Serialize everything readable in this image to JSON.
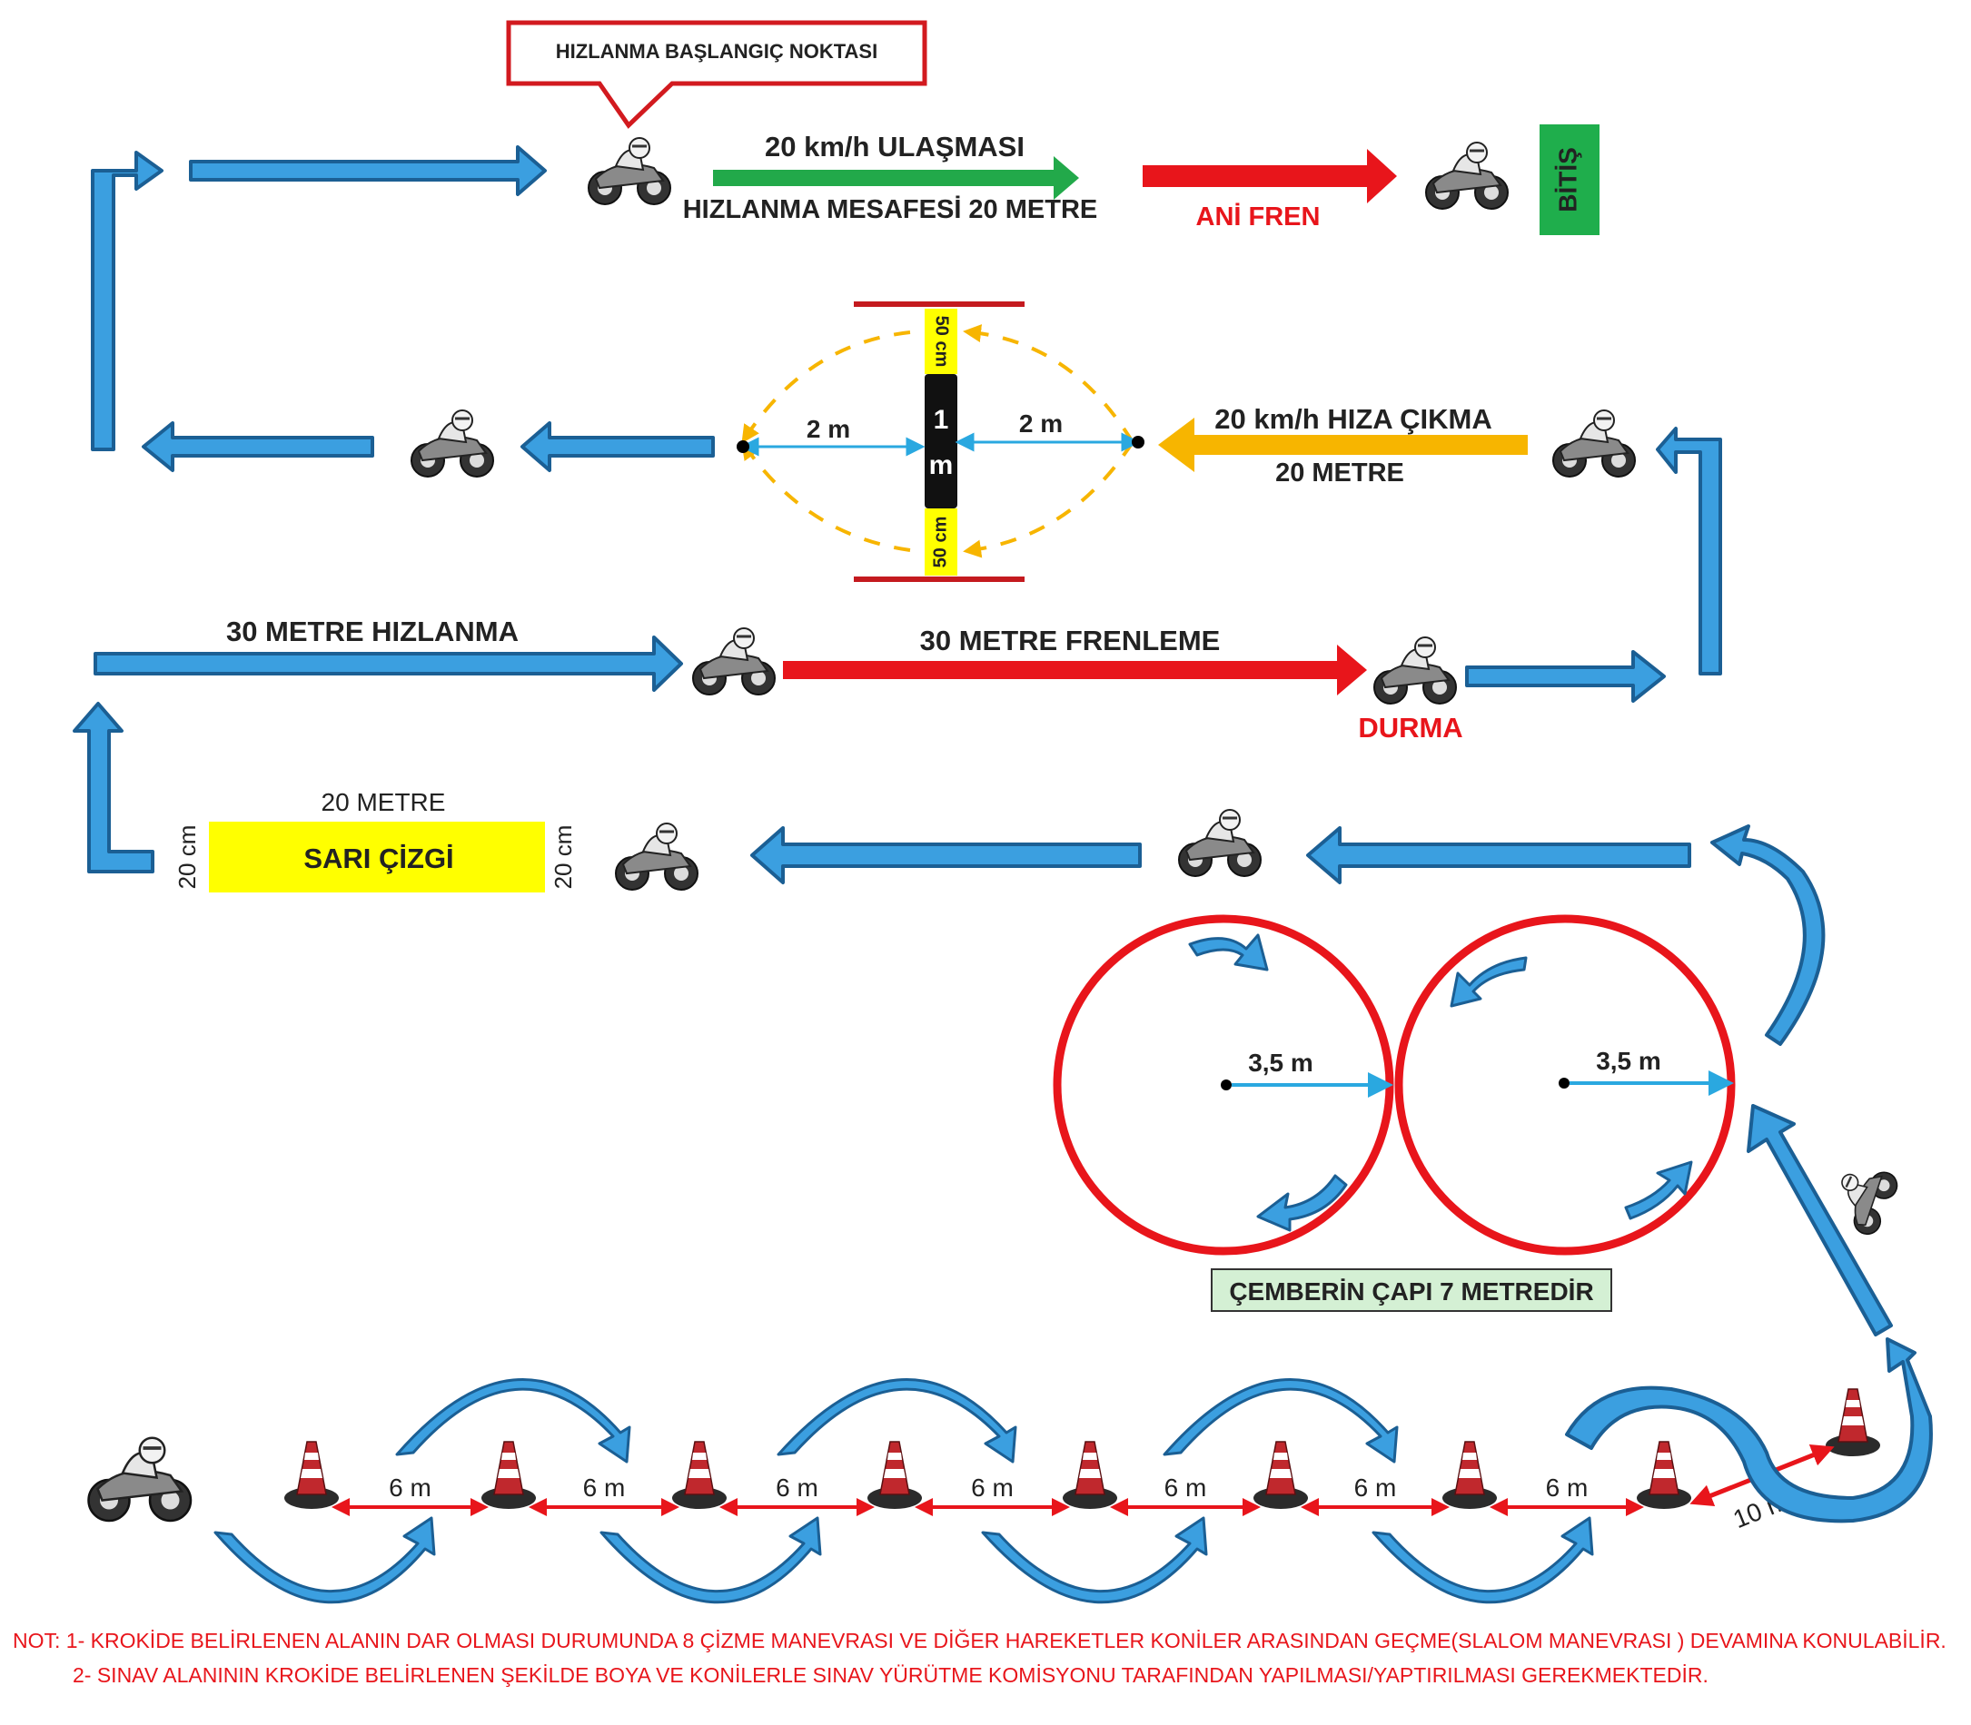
{
  "colors": {
    "blue_fill": "#3b9fe0",
    "blue_stroke": "#1b5f94",
    "red": "#e8151b",
    "green": "#22a94a",
    "orange": "#f7b500",
    "yellow": "#ffff00",
    "finish_box": "#1fae4c",
    "light_blue": "#2aa8e0",
    "circle_label_bg": "#d4f0d4"
  },
  "callout": {
    "text": "HIZLANMA BAŞLANGIÇ NOKTASI"
  },
  "row1": {
    "green_top": "20 km/h ULAŞMASI",
    "green_bottom": "HIZLANMA MESAFESİ 20 METRE",
    "red_label": "ANİ FREN",
    "finish": "BİTİŞ"
  },
  "row2": {
    "orange_top": "20 km/h HIZA ÇIKMA",
    "orange_bottom": "20 METRE",
    "left_distance": "2 m",
    "right_distance": "2 m",
    "center_top": "1",
    "center_bottom": "m",
    "yellow_top": "50 cm",
    "yellow_bottom": "50 cm"
  },
  "row3": {
    "blue_label": "30 METRE HIZLANMA",
    "red_label": "30 METRE FRENLEME",
    "stop_label": "DURMA"
  },
  "row4": {
    "top_label": "20 METRE",
    "bar_label": "SARI ÇİZGİ",
    "left_side": "20 cm",
    "right_side": "20 cm"
  },
  "circles": {
    "left_radius": "3,5 m",
    "right_radius": "3,5 m",
    "diameter_label": "ÇEMBERİN ÇAPI 7 METREDİR"
  },
  "slalom": {
    "gaps": [
      "6 m",
      "6 m",
      "6 m",
      "6 m",
      "6 m",
      "6 m",
      "6 m"
    ],
    "last_gap": "10 m"
  },
  "notes": {
    "line1": "NOT:   1- KROKİDE BELİRLENEN ALANIN DAR OLMASI DURUMUNDA 8 ÇİZME MANEVRASI  VE DİĞER HAREKETLER KONİLER ARASINDAN GEÇME(SLALOM MANEVRASI ) DEVAMINA KONULABİLİR.",
    "line2": "2- SINAV ALANININ KROKİDE BELİRLENEN ŞEKİLDE BOYA VE KONİLERLE SINAV YÜRÜTME KOMİSYONU TARAFINDAN YAPILMASI/YAPTIRILMASI GEREKMEKTEDİR."
  }
}
